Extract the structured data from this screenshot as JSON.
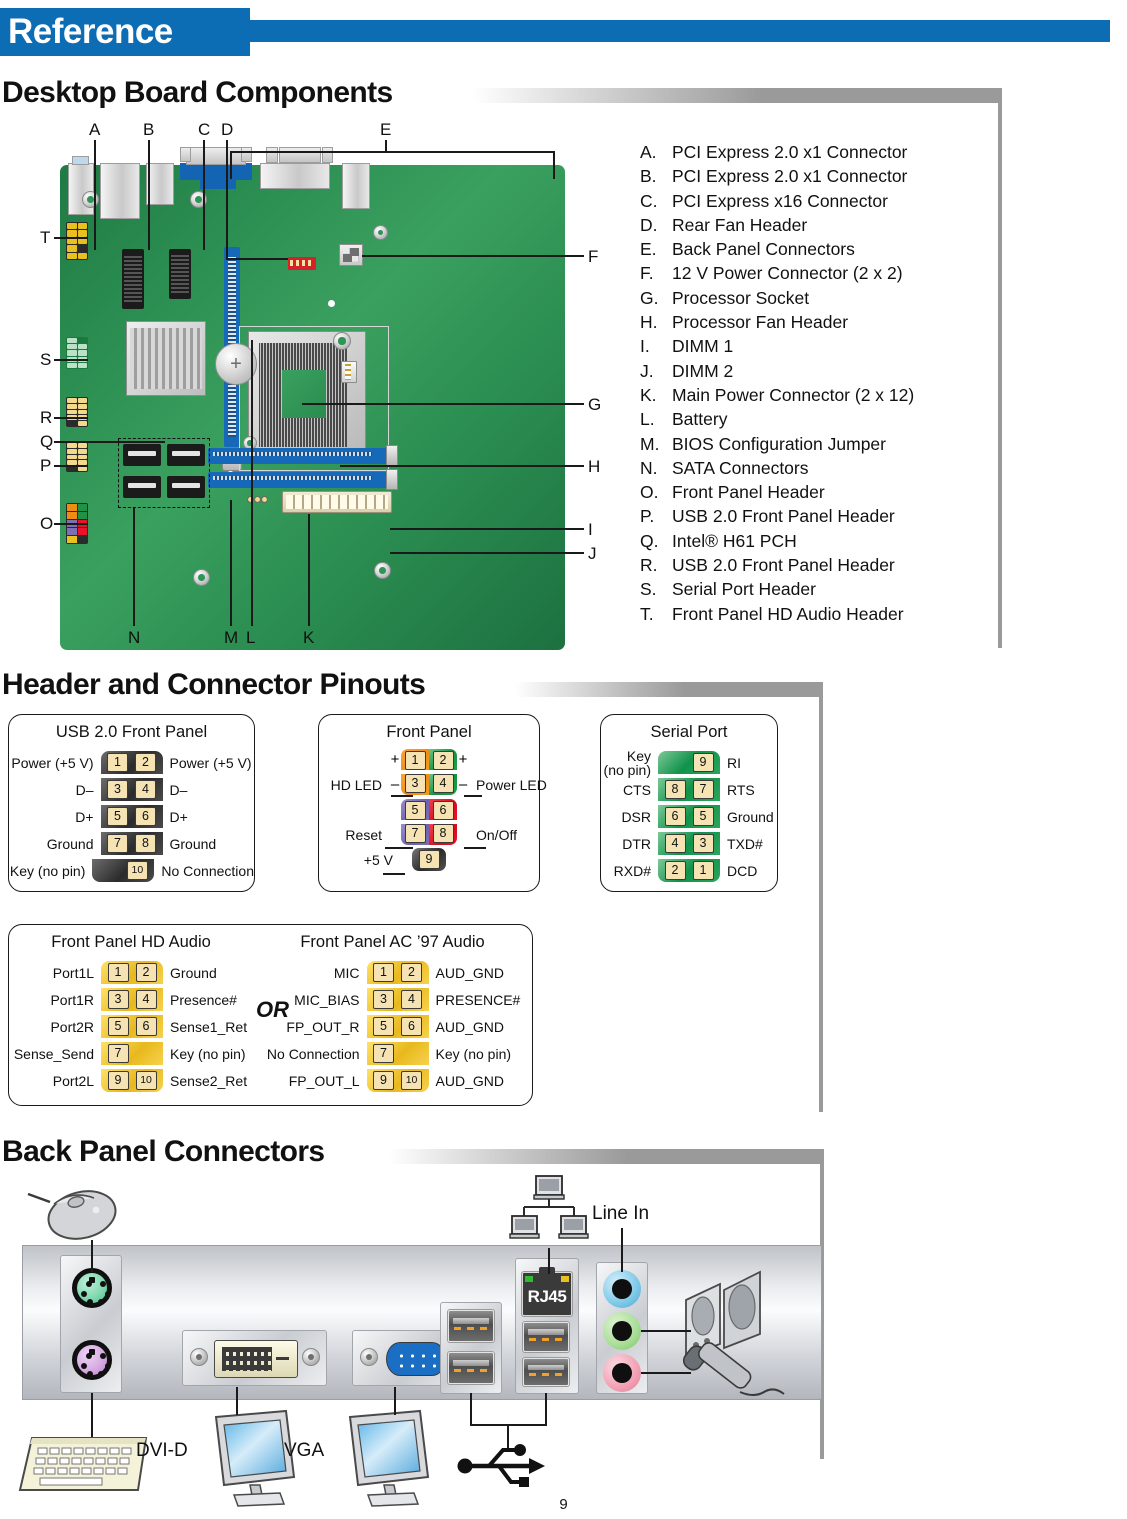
{
  "header": {
    "badge": "Reference"
  },
  "sections": {
    "board": "Desktop Board Components",
    "pinouts": "Header and Connector Pinouts",
    "backpanel": "Back Panel Connectors"
  },
  "components": [
    {
      "letter": "A.",
      "label": "PCI Express 2.0 x1 Connector"
    },
    {
      "letter": "B.",
      "label": "PCI Express 2.0 x1 Connector"
    },
    {
      "letter": "C.",
      "label": "PCI Express x16 Connector"
    },
    {
      "letter": "D.",
      "label": "Rear Fan Header"
    },
    {
      "letter": "E.",
      "label": "Back Panel Connectors"
    },
    {
      "letter": "F.",
      "label": "12 V Power Connector (2 x 2)"
    },
    {
      "letter": "G.",
      "label": "Processor Socket"
    },
    {
      "letter": "H.",
      "label": "Processor Fan Header"
    },
    {
      "letter": "I.",
      "label": "DIMM 1"
    },
    {
      "letter": "J.",
      "label": "DIMM 2"
    },
    {
      "letter": "K.",
      "label": "Main Power Connector (2 x 12)"
    },
    {
      "letter": "L.",
      "label": "Battery"
    },
    {
      "letter": "M.",
      "label": "BIOS Configuration Jumper"
    },
    {
      "letter": "N.",
      "label": "SATA Connectors"
    },
    {
      "letter": "O.",
      "label": "Front Panel Header"
    },
    {
      "letter": "P.",
      "label": "USB 2.0 Front Panel Header"
    },
    {
      "letter": "Q.",
      "label": "Intel® H61 PCH"
    },
    {
      "letter": "R.",
      "label": "USB 2.0 Front Panel Header"
    },
    {
      "letter": "S.",
      "label": "Serial Port Header"
    },
    {
      "letter": "T.",
      "label": "Front Panel HD Audio Header"
    }
  ],
  "board_callouts": {
    "A": "A",
    "B": "B",
    "C": "C",
    "D": "D",
    "E": "E",
    "F": "F",
    "G": "G",
    "H": "H",
    "I": "I",
    "J": "J",
    "K": "K",
    "L": "L",
    "M": "M",
    "N": "N",
    "O": "O",
    "P": "P",
    "Q": "Q",
    "R": "R",
    "S": "S",
    "T": "T"
  },
  "pinouts": {
    "usb": {
      "title": "USB 2.0 Front Panel",
      "rows": [
        {
          "left": "Power (+5 V)",
          "pins": [
            "1",
            "2"
          ],
          "right": "Power (+5 V)"
        },
        {
          "left": "D–",
          "pins": [
            "3",
            "4"
          ],
          "right": "D–"
        },
        {
          "left": "D+",
          "pins": [
            "5",
            "6"
          ],
          "right": "D+"
        },
        {
          "left": "Ground",
          "pins": [
            "7",
            "8"
          ],
          "right": "Ground"
        },
        {
          "left": "Key (no pin)",
          "pins": [
            "",
            "10"
          ],
          "right": "No Connection"
        }
      ]
    },
    "frontpanel": {
      "title": "Front Panel",
      "left_labels": {
        "hdled": "HD LED",
        "reset": "Reset",
        "p5v": "+5 V"
      },
      "right_labels": {
        "powerled": "Power\nLED",
        "onoff": "On/Off"
      },
      "rows": [
        {
          "pins": [
            "1",
            "2"
          ],
          "left_color": "orange",
          "right_color": "green"
        },
        {
          "pins": [
            "3",
            "4"
          ],
          "left_color": "orange",
          "right_color": "green"
        },
        {
          "pins": [
            "5",
            "6"
          ],
          "left_color": "purple",
          "right_color": "red"
        },
        {
          "pins": [
            "7",
            "8"
          ],
          "left_color": "purple",
          "right_color": "red"
        },
        {
          "pins": [
            "9",
            ""
          ],
          "left_color": "black",
          "right_color": "black"
        }
      ],
      "signs": {
        "plus": "+",
        "minus": "–"
      }
    },
    "serial": {
      "title": "Serial Port",
      "rows": [
        {
          "left": "Key\n(no pin)",
          "pins": [
            "",
            "9"
          ],
          "right": "RI"
        },
        {
          "left": "CTS",
          "pins": [
            "8",
            "7"
          ],
          "right": "RTS"
        },
        {
          "left": "DSR",
          "pins": [
            "6",
            "5"
          ],
          "right": "Ground"
        },
        {
          "left": "DTR",
          "pins": [
            "4",
            "3"
          ],
          "right": "TXD#"
        },
        {
          "left": "RXD#",
          "pins": [
            "2",
            "1"
          ],
          "right": "DCD"
        }
      ]
    },
    "hdaudio": {
      "title": "Front Panel HD Audio",
      "rows": [
        {
          "left": "Port1L",
          "pins": [
            "1",
            "2"
          ],
          "right": "Ground"
        },
        {
          "left": "Port1R",
          "pins": [
            "3",
            "4"
          ],
          "right": "Presence#"
        },
        {
          "left": "Port2R",
          "pins": [
            "5",
            "6"
          ],
          "right": "Sense1_Ret"
        },
        {
          "left": "Sense_Send",
          "pins": [
            "7",
            ""
          ],
          "right": "Key (no pin)"
        },
        {
          "left": "Port2L",
          "pins": [
            "9",
            "10"
          ],
          "right": "Sense2_Ret"
        }
      ]
    },
    "ac97audio": {
      "title": "Front Panel AC ’97 Audio",
      "rows": [
        {
          "left": "MIC",
          "pins": [
            "1",
            "2"
          ],
          "right": "AUD_GND"
        },
        {
          "left": "MIC_BIAS",
          "pins": [
            "3",
            "4"
          ],
          "right": "PRESENCE#"
        },
        {
          "left": "FP_OUT_R",
          "pins": [
            "5",
            "6"
          ],
          "right": "AUD_GND"
        },
        {
          "left": "No Connection",
          "pins": [
            "7",
            ""
          ],
          "right": "Key (no pin)"
        },
        {
          "left": "FP_OUT_L",
          "pins": [
            "9",
            "10"
          ],
          "right": "AUD_GND"
        }
      ]
    },
    "or_label": "OR"
  },
  "backpanel": {
    "labels": {
      "line_in": "Line In",
      "dvi": "DVI-D",
      "vga": "VGA",
      "rj45": "RJ45"
    },
    "icons": {
      "mouse": "mouse-icon",
      "keyboard": "keyboard-icon",
      "monitor_dvi": "monitor-icon",
      "monitor_vga": "monitor-icon",
      "network": "network-icon",
      "usb": "usb-icon",
      "speakers": "speakers-icon",
      "microphone": "microphone-icon"
    },
    "jack_colors": {
      "line_in": "#7ec9e8",
      "line_out": "#a8dd96",
      "mic": "#f2a0b4"
    },
    "ps2_colors": {
      "mouse": "#7fd6ae",
      "keyboard": "#d5a8e0"
    }
  },
  "colors": {
    "brand_blue": "#0C6DB5",
    "pcb_green": "#2a8c50",
    "pin_cream": "#f5e3b3",
    "orange": "#ef8c12",
    "green": "#1e9246",
    "purple": "#7d6fb5",
    "red": "#e8122b"
  },
  "page_number": "9"
}
